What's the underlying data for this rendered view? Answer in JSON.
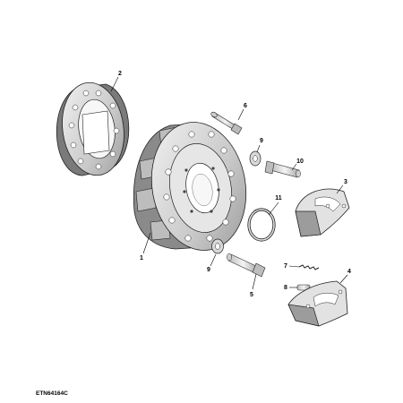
{
  "figure_id": "ETN64164C",
  "callouts": {
    "p1": "1",
    "p2": "2",
    "p3": "3",
    "p4": "4",
    "p5": "5",
    "p6": "6",
    "p7": "7",
    "p8": "8",
    "p9a": "9",
    "p9b": "9",
    "p10": "10",
    "p11": "11"
  },
  "colors": {
    "part_light": "#ececec",
    "part_mid": "#c8c8c8",
    "part_dark": "#8e8e8e",
    "outline": "#222222"
  }
}
